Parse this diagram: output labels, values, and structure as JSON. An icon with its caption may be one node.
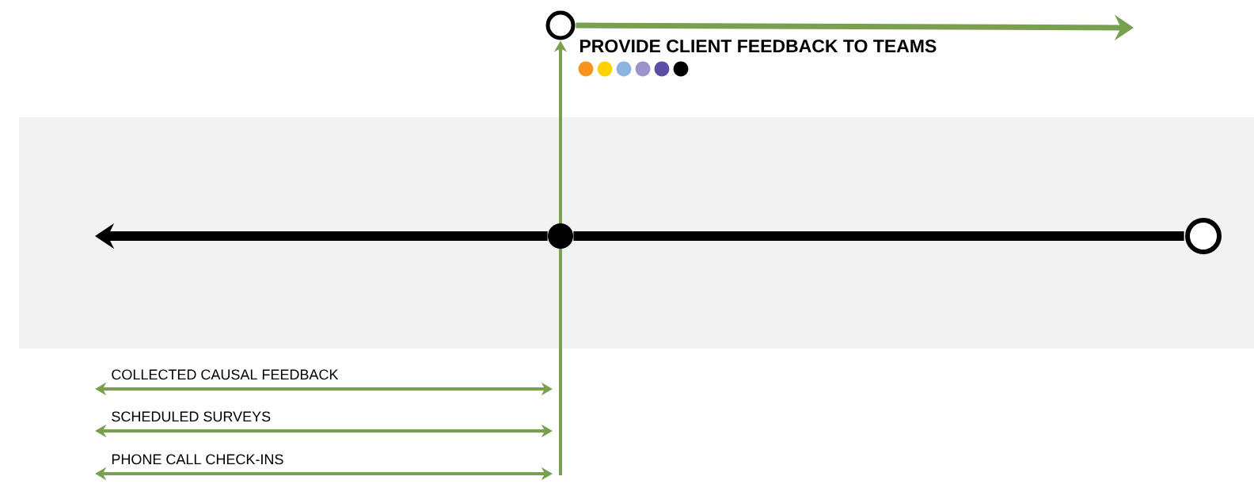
{
  "diagram": {
    "nodes": [
      {
        "text": [],
        "shape": "circle",
        "beside": [
          "PROVIDE CLIENT FEEDBACK TO TEAMS"
        ]
      },
      {
        "text": [],
        "shape": "circle"
      },
      {
        "text": [],
        "shape": "circle"
      }
    ],
    "edges": [
      {
        "from": 0,
        "to": null,
        "arrow": "to",
        "color": "#78a04e"
      },
      {
        "from": null,
        "to": 0,
        "arrow": "to",
        "color": "#78a04e"
      },
      {
        "from": 2,
        "to": 1,
        "arrow": "none",
        "color": "#000000"
      },
      {
        "from": 1,
        "to": null,
        "arrow": "to",
        "color": "#000000"
      }
    ],
    "labels": [
      "COLLECTED CAUSAL FEEDBACK",
      "SCHEDULED SURVEYS",
      "PHONE CALL CHECK-INS"
    ]
  }
}
